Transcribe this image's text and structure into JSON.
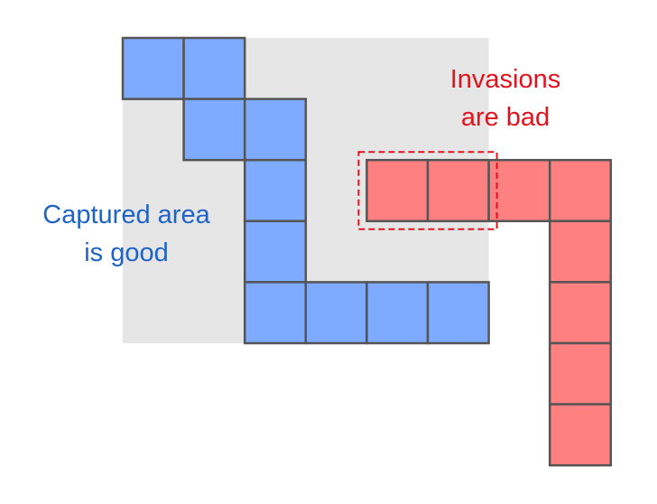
{
  "labels": {
    "good": {
      "line1": "Captured area",
      "line2": "is good"
    },
    "bad": {
      "line1": "Invasions",
      "line2": "are bad"
    }
  },
  "colors": {
    "blue_cell": "#7eaaff",
    "red_cell": "#ff8080",
    "cell_border": "#555555",
    "captured_area": "#e6e6e6",
    "good_text": "#1f63c6",
    "bad_text": "#e0141e",
    "invasion_box": "#e0141e"
  },
  "grid": {
    "blue_cells": [
      [
        0,
        0
      ],
      [
        1,
        0
      ],
      [
        1,
        1
      ],
      [
        2,
        1
      ],
      [
        2,
        2
      ],
      [
        2,
        3
      ],
      [
        2,
        4
      ],
      [
        3,
        4
      ],
      [
        4,
        4
      ],
      [
        5,
        4
      ]
    ],
    "red_cells": [
      [
        4,
        2
      ],
      [
        5,
        2
      ],
      [
        6,
        2
      ],
      [
        7,
        2
      ],
      [
        7,
        3
      ],
      [
        7,
        4
      ],
      [
        7,
        5
      ],
      [
        7,
        6
      ]
    ],
    "captured_area": {
      "col_start": 0,
      "row_start": 0,
      "col_end": 6,
      "row_end": 5
    },
    "invasion_box": {
      "col_start": 4,
      "row_start": 2,
      "col_end": 6,
      "row_end": 3
    }
  }
}
